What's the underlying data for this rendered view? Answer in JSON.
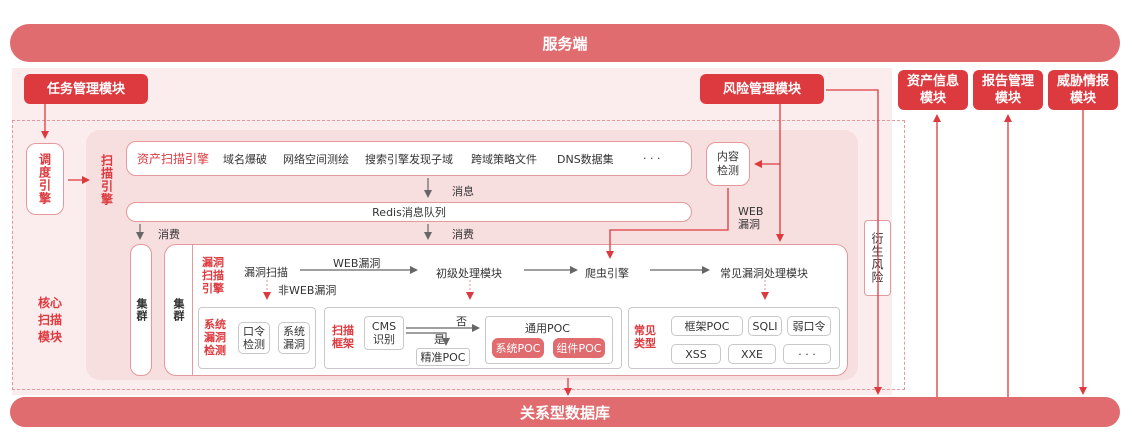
{
  "top_bar": "服务端",
  "bottom_bar": "关系型数据库",
  "task_module": "任务管理模块",
  "risk_module": "风险管理模块",
  "asset_info_module": "资产信息\n模块",
  "report_module": "报告管理\n模块",
  "threat_module": "威胁情报\n模块",
  "schedule_engine": "调度引擎",
  "scan_engine": "扫描引擎",
  "core_scan_module": "核心\n扫描\n模块",
  "asset_scan_engine": {
    "title": "资产扫描引擎",
    "items": [
      "域名爆破",
      "网络空间测绘",
      "搜索引擎发现子域",
      "跨域策略文件",
      "DNS数据集",
      "· · ·"
    ]
  },
  "content_detect": "内容\n检测",
  "web_vuln_label": "WEB\n漏洞",
  "message_label": "消息",
  "redis_queue": "Redis消息队列",
  "consume_left": "消费",
  "consume_right": "消费",
  "cluster_outer": "集群",
  "cluster_inner": "集群",
  "derived_risk": "衍生风险",
  "vuln_scan_engine": {
    "title": "漏洞\n扫描\n引擎",
    "vuln_scan": "漏洞扫描",
    "web_vuln": "WEB漏洞",
    "non_web_vuln": "非WEB漏洞",
    "primary_module": "初级处理模块",
    "crawler": "爬虫引擎",
    "common_module": "常见漏洞处理模块"
  },
  "system_vuln": {
    "title": "系统\n漏洞\n检测",
    "items": [
      "口令\n检测",
      "系统\n漏洞"
    ]
  },
  "scan_framework": {
    "title": "扫描\n框架",
    "cms": "CMS\n识别",
    "no_label": "否",
    "yes_label": "是",
    "precise_poc": "精准POC",
    "general_poc": "通用POC",
    "system_poc": "系统POC",
    "component_poc": "组件POC"
  },
  "common_types": {
    "title": "常见\n类型",
    "items": [
      "框架POC",
      "SQLI",
      "弱口令",
      "XSS",
      "XXE",
      "· · ·"
    ]
  },
  "colors": {
    "accent": "#dc3a3f",
    "bar": "#e06c6f",
    "bg_pink": "#fbeced",
    "arrow": "#dc3a3f",
    "gray_arrow": "#666666"
  }
}
